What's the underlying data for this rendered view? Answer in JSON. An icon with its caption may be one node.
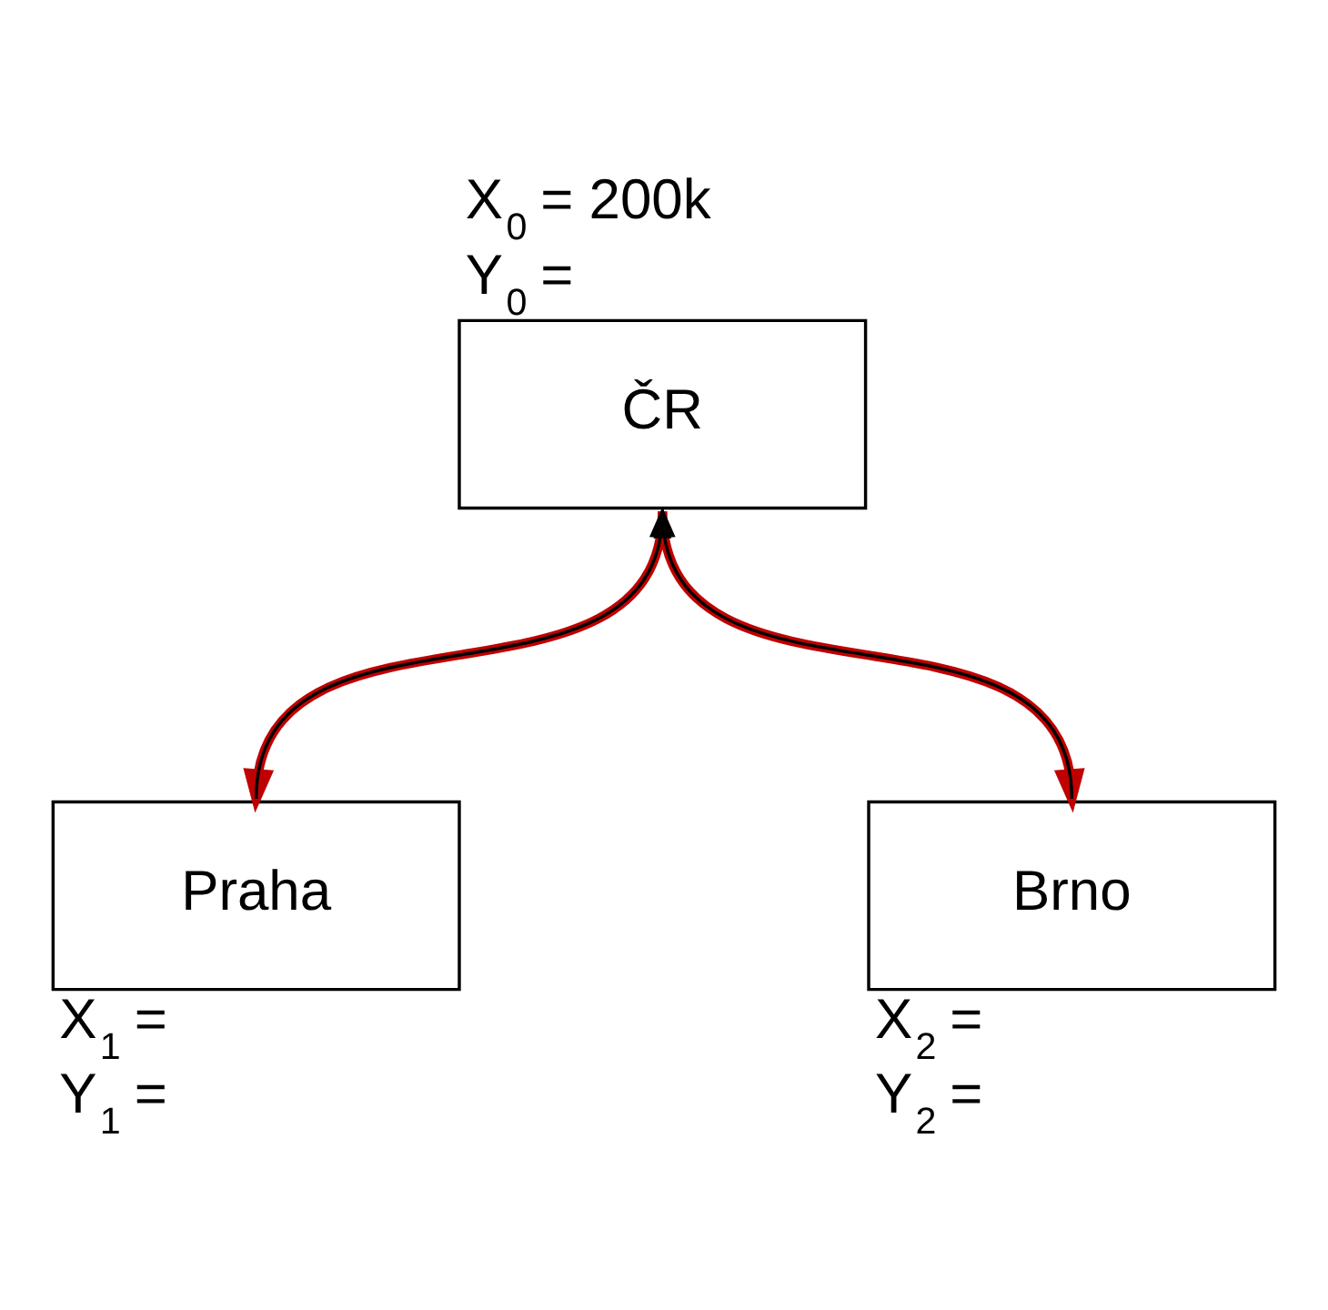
{
  "diagram": {
    "nodes": [
      {
        "text": [
          "ČR"
        ],
        "beside": [
          "X$_{0}$ = 200k",
          "Y$_{0}$ ="
        ]
      },
      {
        "text": [
          "Praha"
        ],
        "beside": [
          "X$_{1}$ =",
          "Y$_{1}$ ="
        ]
      },
      {
        "text": [
          "Brno"
        ],
        "beside": [
          "X$_{2}$ =",
          "Y$_{2}$ ="
        ]
      }
    ],
    "edges": [
      {
        "from": 1,
        "to": 0,
        "arrow": "to"
      },
      {
        "from": 2,
        "to": 0,
        "arrow": "to"
      },
      {
        "from": 0,
        "to": 1,
        "arrow": "to",
        "style": "thick",
        "color": "#c00000"
      },
      {
        "from": 0,
        "to": 2,
        "arrow": "to",
        "style": "thick",
        "color": "#c00000"
      }
    ]
  }
}
